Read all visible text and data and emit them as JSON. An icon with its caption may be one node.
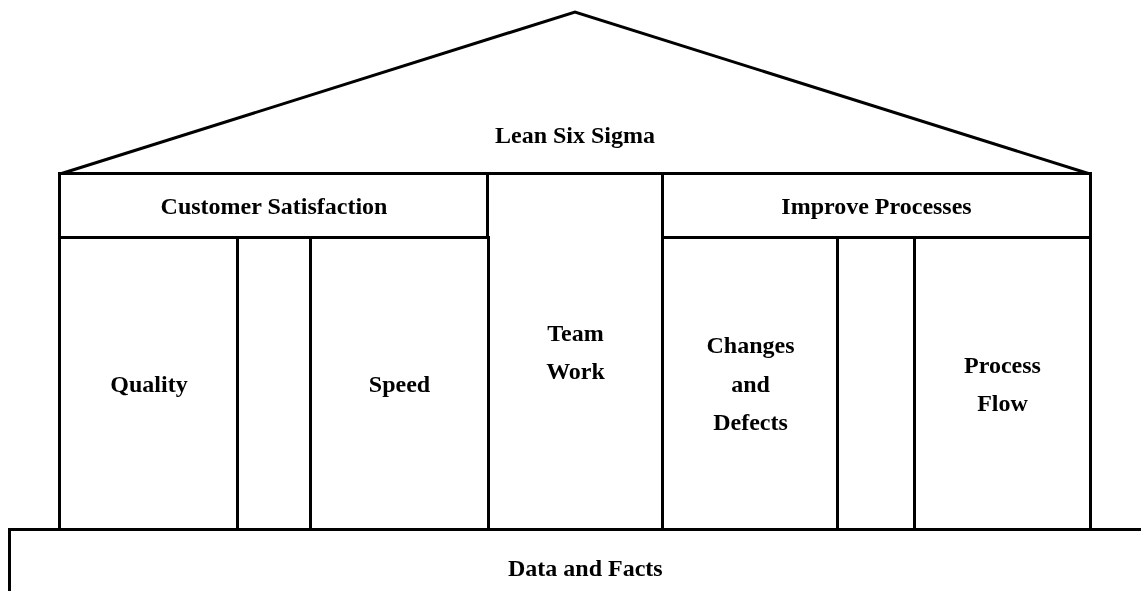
{
  "diagram": {
    "nodes": [
      {
        "text": [
          "Lean Six Sigma"
        ]
      },
      {
        "text": [
          "Customer Satisfaction"
        ]
      },
      {
        "text": [
          "Team Work"
        ]
      },
      {
        "text": [
          "Improve Processes"
        ]
      },
      {
        "text": [
          "Quality"
        ]
      },
      {
        "text": [],
        "shape": "box"
      },
      {
        "text": [
          "Speed"
        ]
      },
      {
        "text": [
          "Changes and Defects"
        ]
      },
      {
        "text": [],
        "shape": "box"
      },
      {
        "text": [
          "Process Flow"
        ]
      },
      {
        "text": [
          "Data and Facts"
        ]
      }
    ],
    "edges": []
  }
}
